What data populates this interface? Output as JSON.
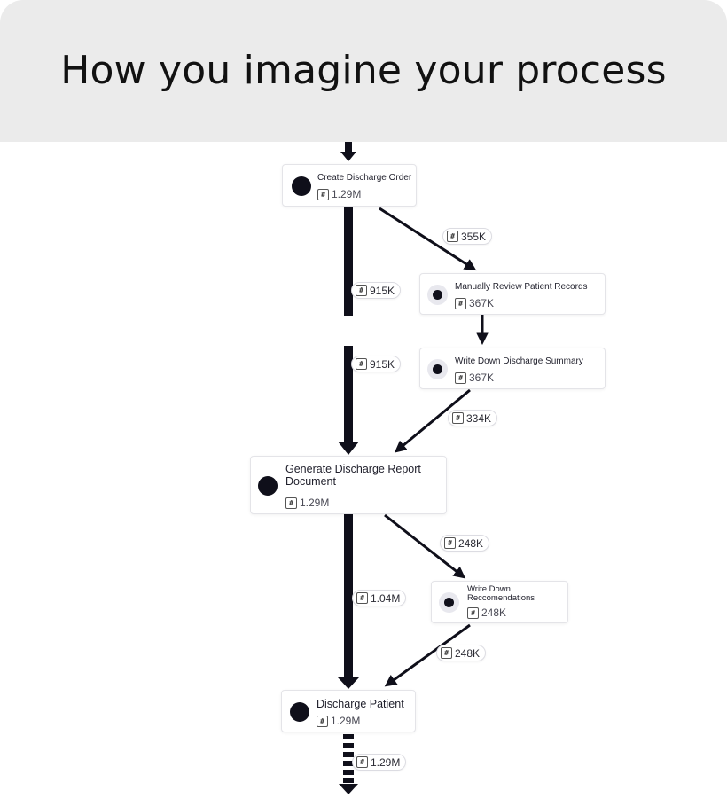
{
  "header": {
    "title": "How you imagine your process"
  },
  "nodes": {
    "create_discharge_order": {
      "label": "Create Discharge Order",
      "count": "1.29M"
    },
    "manually_review_patient_records": {
      "label": "Manually Review Patient Records",
      "count": "367K"
    },
    "write_down_discharge_summary": {
      "label": "Write Down Discharge Summary",
      "count": "367K"
    },
    "generate_discharge_report_document": {
      "label": "Generate Discharge Report Document",
      "count": "1.29M"
    },
    "write_down_reccomendations": {
      "label": "Write Down Reccomendations",
      "count": "248K"
    },
    "discharge_patient": {
      "label": "Discharge Patient",
      "count": "1.29M"
    }
  },
  "edges": {
    "create_to_review": "355K",
    "create_to_generate_a": "915K",
    "create_to_generate_b": "915K",
    "summary_to_generate": "334K",
    "generate_to_reccomendations": "248K",
    "generate_to_discharge": "1.04M",
    "reccomendations_to_discharge": "248K",
    "discharge_out": "1.29M"
  },
  "count_icon": "hash-icon",
  "colors": {
    "header_bg": "#ebebeb",
    "node_dot": "#0f0f1a",
    "edge": "#0f0f1a"
  }
}
